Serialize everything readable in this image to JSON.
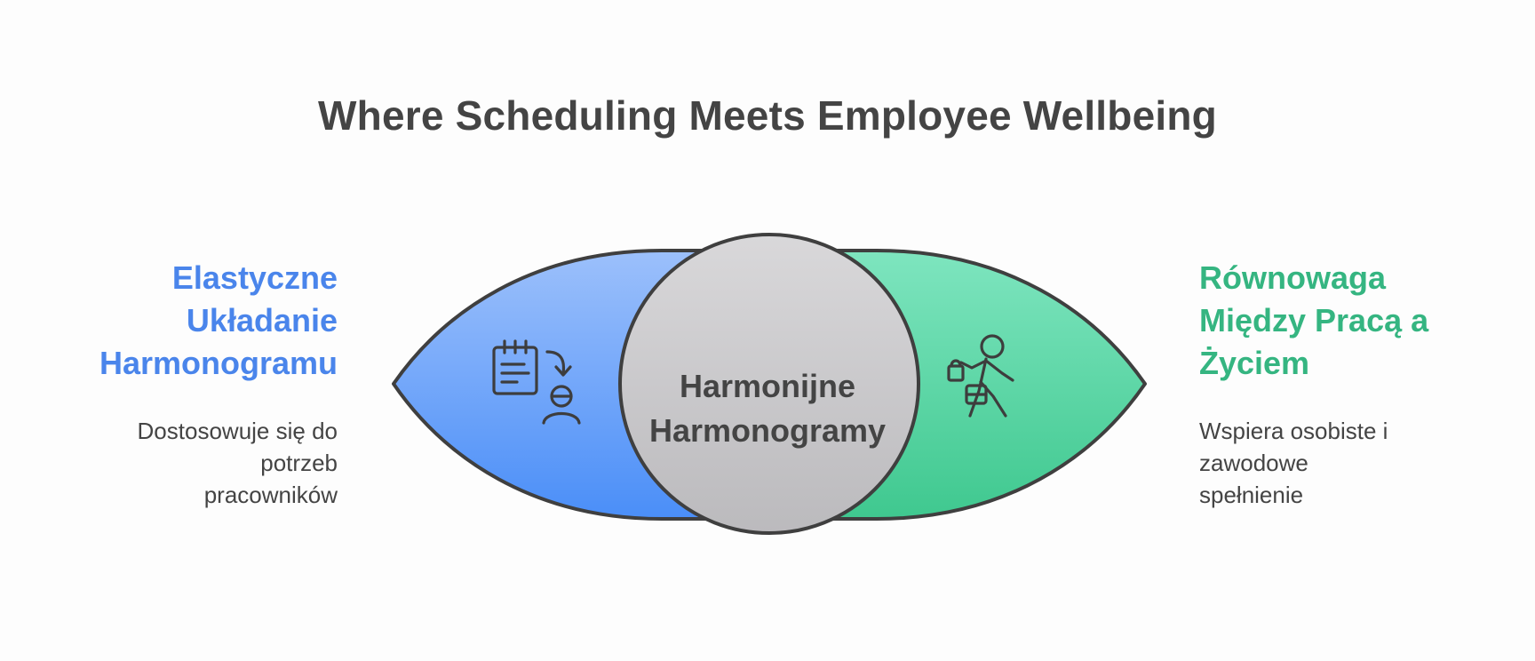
{
  "title": "Where Scheduling Meets Employee Wellbeing",
  "left": {
    "title_lines": [
      "Elastyczne",
      "Układanie",
      "Harmonogramu"
    ],
    "description_lines": [
      "Dostosowuje się do",
      "potrzeb",
      "pracowników"
    ],
    "icon": "schedule-person-icon",
    "color": "#4a85eb"
  },
  "center": {
    "label_lines": [
      "Harmonijne",
      "Harmonogramy"
    ]
  },
  "right": {
    "title_lines": [
      "Równowaga",
      "Między Pracą a",
      "Życiem"
    ],
    "description_lines": [
      "Wspiera osobiste i",
      "zawodowe",
      "spełnienie"
    ],
    "icon": "walking-commuter-icon",
    "color": "#35b581"
  }
}
